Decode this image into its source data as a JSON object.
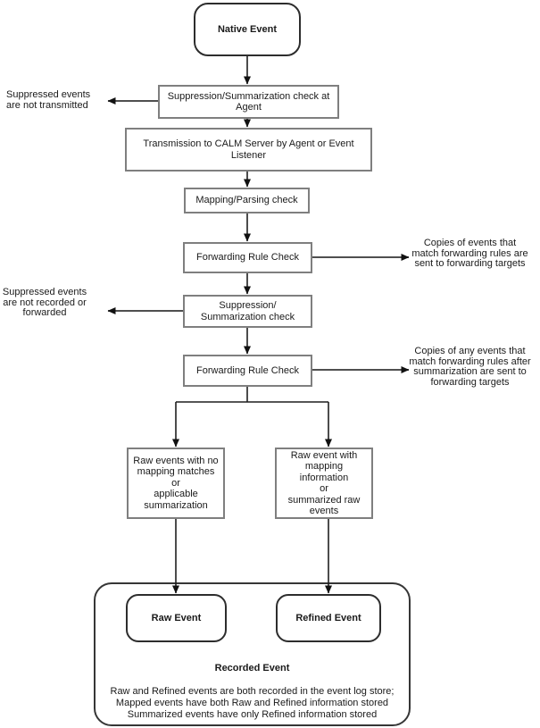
{
  "colors": {
    "background": "#ffffff",
    "process_box_border": "#7f7f7f",
    "terminal_box_border": "#2d2d2d",
    "connector_line": "#1a1a1a",
    "text": "#1a1a1a"
  },
  "flowchart": {
    "nodes": {
      "native_event": "Native Event",
      "suppression_agent": [
        "Suppression/Summarization check at",
        "Agent"
      ],
      "transmission": [
        "Transmission to CALM Server by Agent or Event",
        "Listener"
      ],
      "mapping_parsing": "Mapping/Parsing check",
      "forwarding_check_1": "Forwarding Rule Check",
      "suppression_summarization": [
        "Suppression/",
        "Summarization check"
      ],
      "forwarding_check_2": "Forwarding Rule Check",
      "raw_no_mapping": [
        "Raw events with no",
        "mapping matches or",
        "applicable",
        "summarization"
      ],
      "raw_with_mapping": [
        "Raw event with",
        "mapping information",
        "or",
        "summarized raw",
        "events"
      ],
      "raw_event": "Raw Event",
      "refined_event": "Refined Event"
    },
    "annotations": {
      "left_1": [
        "Suppressed events",
        "are not transmitted"
      ],
      "right_1": [
        "Copies of events that",
        "match forwarding rules are",
        "sent to forwarding targets"
      ],
      "left_2": [
        "Suppressed events",
        "are not recorded or",
        "forwarded"
      ],
      "right_2": [
        "Copies of any events that",
        "match forwarding rules after",
        "summarization are sent to",
        "forwarding targets"
      ]
    },
    "recorded_event": {
      "title": "Recorded Event",
      "lines": [
        "Raw and Refined events are both recorded in the event log store;",
        "Mapped events have both Raw and Refined information stored",
        "Summarized events have only Refined information stored"
      ]
    }
  }
}
